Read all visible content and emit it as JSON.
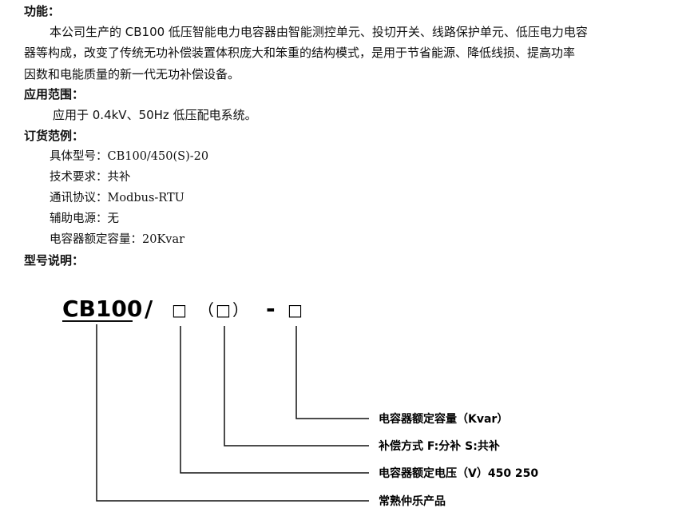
{
  "function": {
    "heading": "功能：",
    "lines": [
      "本公司生产的 CB100 低压智能电力电容器由智能测控单元、投切开关、线路保护单元、低压电力电容",
      "器等构成，改变了传统无功补偿装置体积庞大和笨重的结构模式，是用于节省能源、降低线损、提高功率",
      "因数和电能质量的新一代无功补偿设备。"
    ]
  },
  "application": {
    "heading": "应用范围：",
    "text": "应用于 0.4kV、50Hz 低压配电系统。"
  },
  "order_example": {
    "heading": "订货范例：",
    "items": [
      "具体型号：CB100/450(S)-20",
      "技术要求：共补",
      "通讯协议：Modbus-RTU",
      "辅助电源：无",
      "电容器额定容量：20Kvar"
    ]
  },
  "model_explanation": {
    "heading": "型号说明：",
    "code": {
      "prefix": "CB100",
      "slash": "/",
      "box": "□",
      "open_paren": "（",
      "close_paren": "）",
      "dash": "-"
    },
    "legend": [
      "电容器额定容量（Kvar）",
      "补偿方式  F:分补  S:共补",
      "电容器额定电压（V）450 250",
      "常熟仲乐产品"
    ]
  }
}
